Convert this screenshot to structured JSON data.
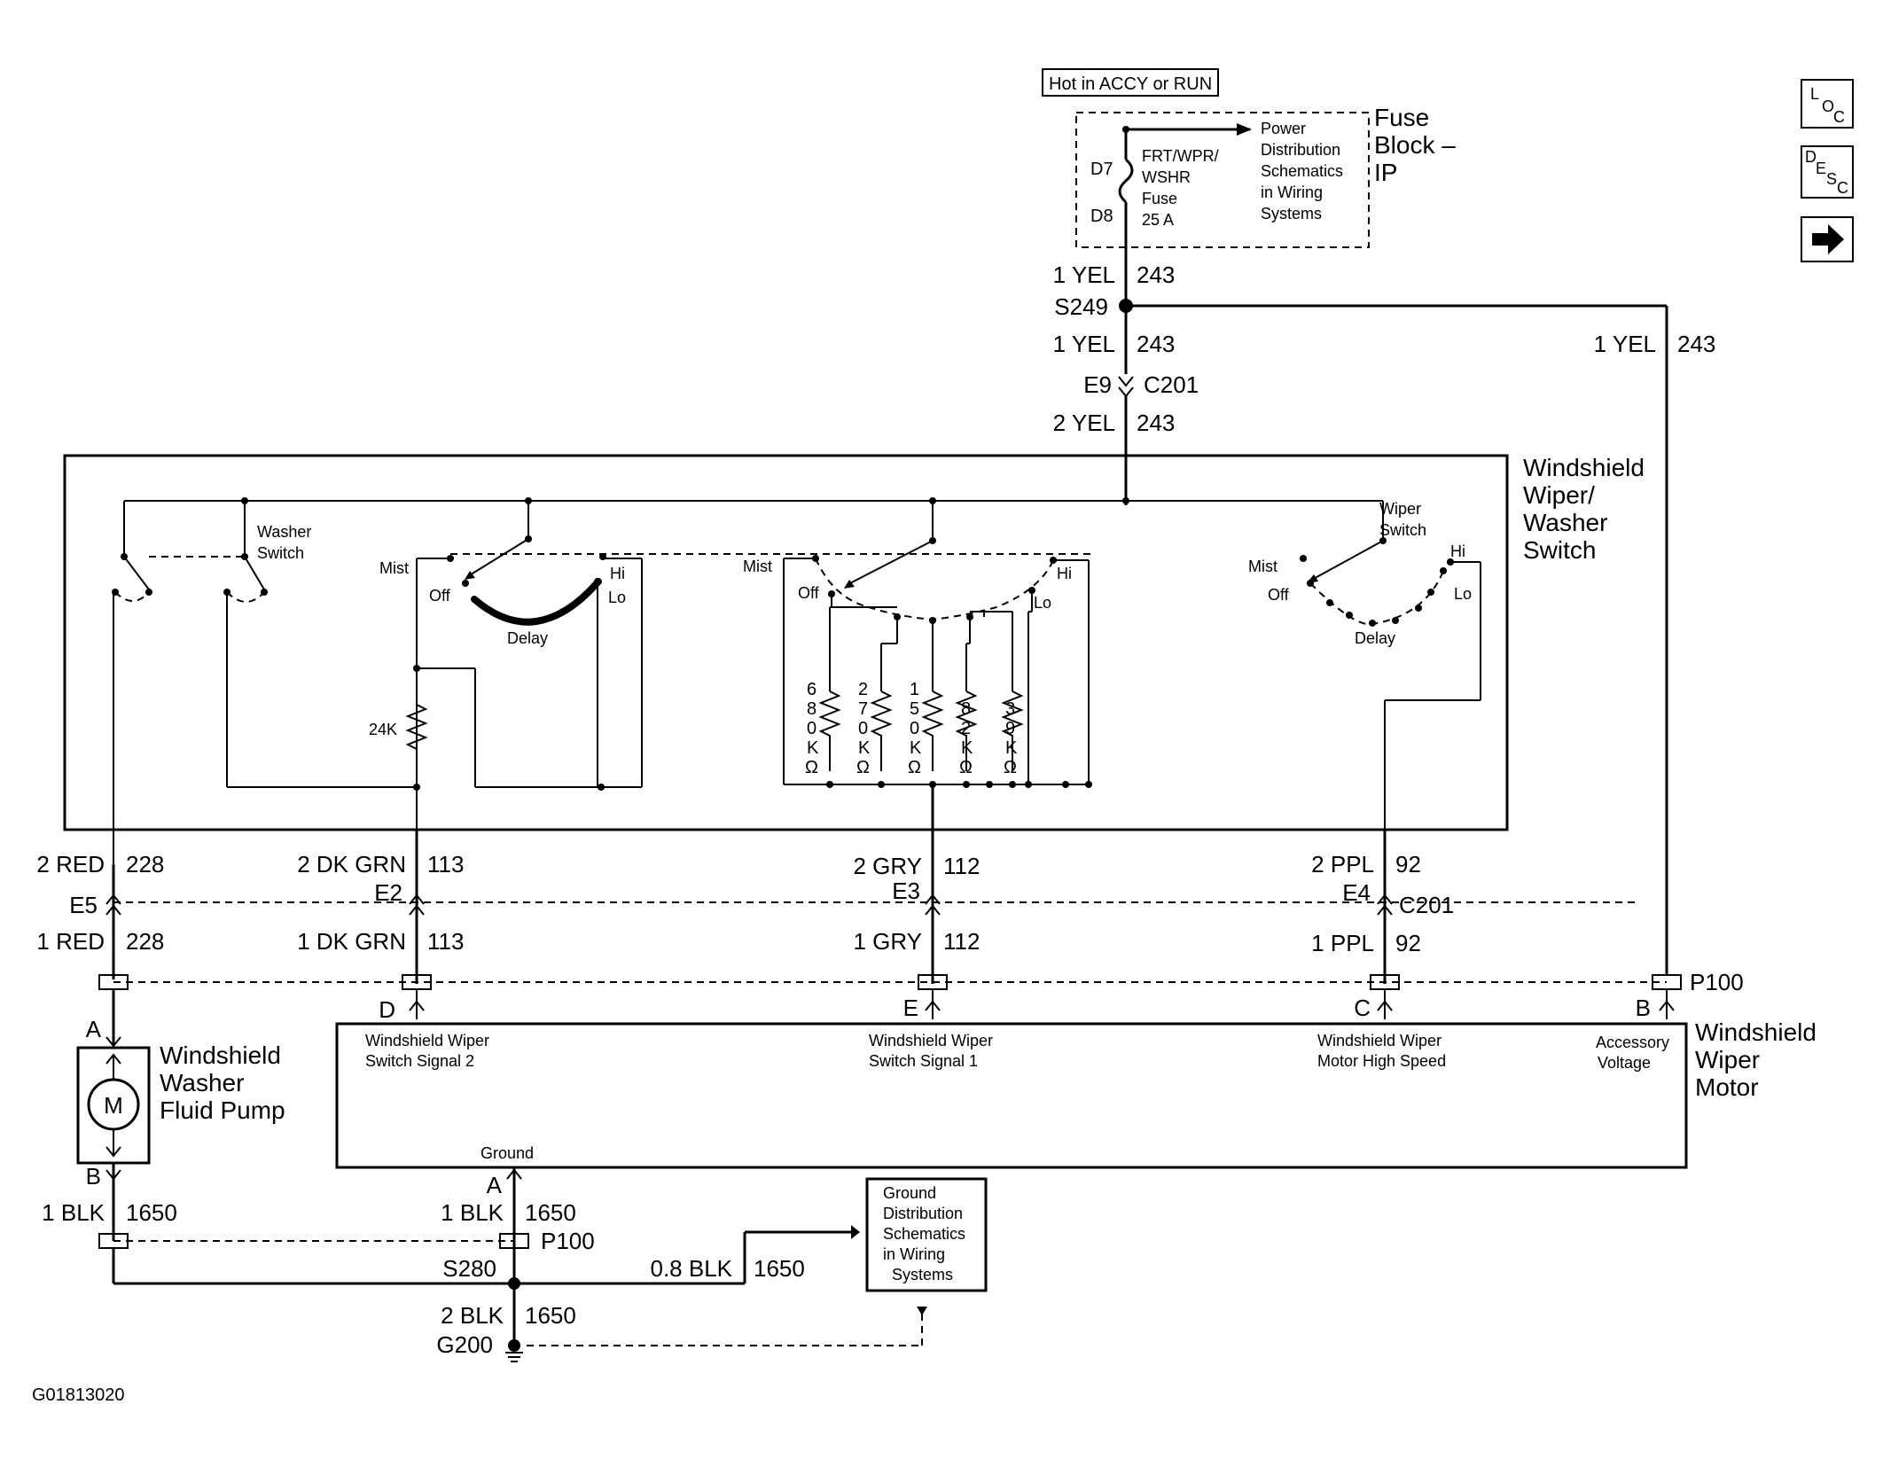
{
  "source": {
    "hot_label": "Hot in ACCY or RUN",
    "fuse_block": [
      "Fuse",
      "Block –",
      "IP"
    ],
    "fuse_terms": [
      "D7",
      "D8"
    ],
    "fuse_text": [
      "FRT/WPR/",
      "WSHR",
      "Fuse",
      "25 A"
    ],
    "power_ref": [
      "Power",
      "Distribution",
      "Schematics",
      "in Wiring",
      "Systems"
    ]
  },
  "feed": {
    "w1_gauge": "1 YEL",
    "w1_circuit": "243",
    "splice": "S249",
    "w2_gauge": "1 YEL",
    "w2_circuit": "243",
    "conn_pin": "E9",
    "conn_id": "C201",
    "w3_gauge": "2 YEL",
    "w3_circuit": "243",
    "right_gauge": "1 YEL",
    "right_circuit": "243"
  },
  "switch_assembly": {
    "title": [
      "Windshield",
      "Wiper/",
      "Washer",
      "Switch"
    ],
    "washer_switch": [
      "Washer",
      "Switch"
    ],
    "wiper_switch": [
      "Wiper",
      "Switch"
    ],
    "positions": {
      "mist": "Mist",
      "off": "Off",
      "hi": "Hi",
      "lo": "Lo",
      "delay": "Delay"
    },
    "resistor_24k": "24K",
    "resistors": [
      [
        "6",
        "8",
        "0",
        "K",
        "Ω"
      ],
      [
        "2",
        "7",
        "0",
        "K",
        "Ω"
      ],
      [
        "1",
        "5",
        "0",
        "K",
        "Ω"
      ],
      [
        "8",
        "2",
        "K",
        "Ω"
      ],
      [
        "3",
        "9",
        "K",
        "Ω"
      ]
    ]
  },
  "wires": [
    {
      "top_gauge": "2 RED",
      "top_circuit": "228",
      "pin": "E5",
      "bottom_gauge": "1 RED",
      "bottom_circuit": "228",
      "motor_pin": ""
    },
    {
      "top_gauge": "2 DK GRN",
      "top_circuit": "113",
      "pin": "E2",
      "bottom_gauge": "1 DK GRN",
      "bottom_circuit": "113",
      "motor_pin": "D"
    },
    {
      "top_gauge": "2 GRY",
      "top_circuit": "112",
      "pin": "E3",
      "bottom_gauge": "1 GRY",
      "bottom_circuit": "112",
      "motor_pin": "E"
    },
    {
      "top_gauge": "2 PPL",
      "top_circuit": "92",
      "pin": "E4",
      "bottom_gauge": "1 PPL",
      "bottom_circuit": "92",
      "motor_pin": "C"
    }
  ],
  "connectors": {
    "c201": "C201",
    "p100": "P100",
    "motor_b_pin": "B"
  },
  "pump": {
    "title": [
      "Windshield",
      "Washer",
      "Fluid Pump"
    ],
    "pin_a": "A",
    "pin_b": "B",
    "motor_symbol": "M"
  },
  "motor": {
    "title": [
      "Windshield",
      "Wiper",
      "Motor"
    ],
    "signals": [
      [
        "Windshield Wiper",
        "Switch Signal 2"
      ],
      [
        "Windshield Wiper",
        "Switch Signal 1"
      ],
      [
        "Windshield Wiper",
        "Motor High Speed"
      ],
      [
        "Accessory",
        "Voltage"
      ]
    ],
    "ground_label": "Ground",
    "ground_pin": "A"
  },
  "ground": {
    "pump_gauge": "1 BLK",
    "pump_circuit": "1650",
    "motor_gauge": "1 BLK",
    "motor_circuit": "1650",
    "p100": "P100",
    "splice": "S280",
    "ref_gauge": "0.8 BLK",
    "ref_circuit": "1650",
    "main_gauge": "2 BLK",
    "main_circuit": "1650",
    "ground_point": "G200",
    "ground_ref": [
      "Ground",
      "Distribution",
      "Schematics",
      "in Wiring",
      "Systems"
    ]
  },
  "figure_id": "G01813020",
  "nav": {
    "loc": [
      "L",
      "O",
      "C"
    ],
    "desc": [
      "D",
      "E",
      "S",
      "C"
    ],
    "next_icon": "right-arrow-icon"
  }
}
